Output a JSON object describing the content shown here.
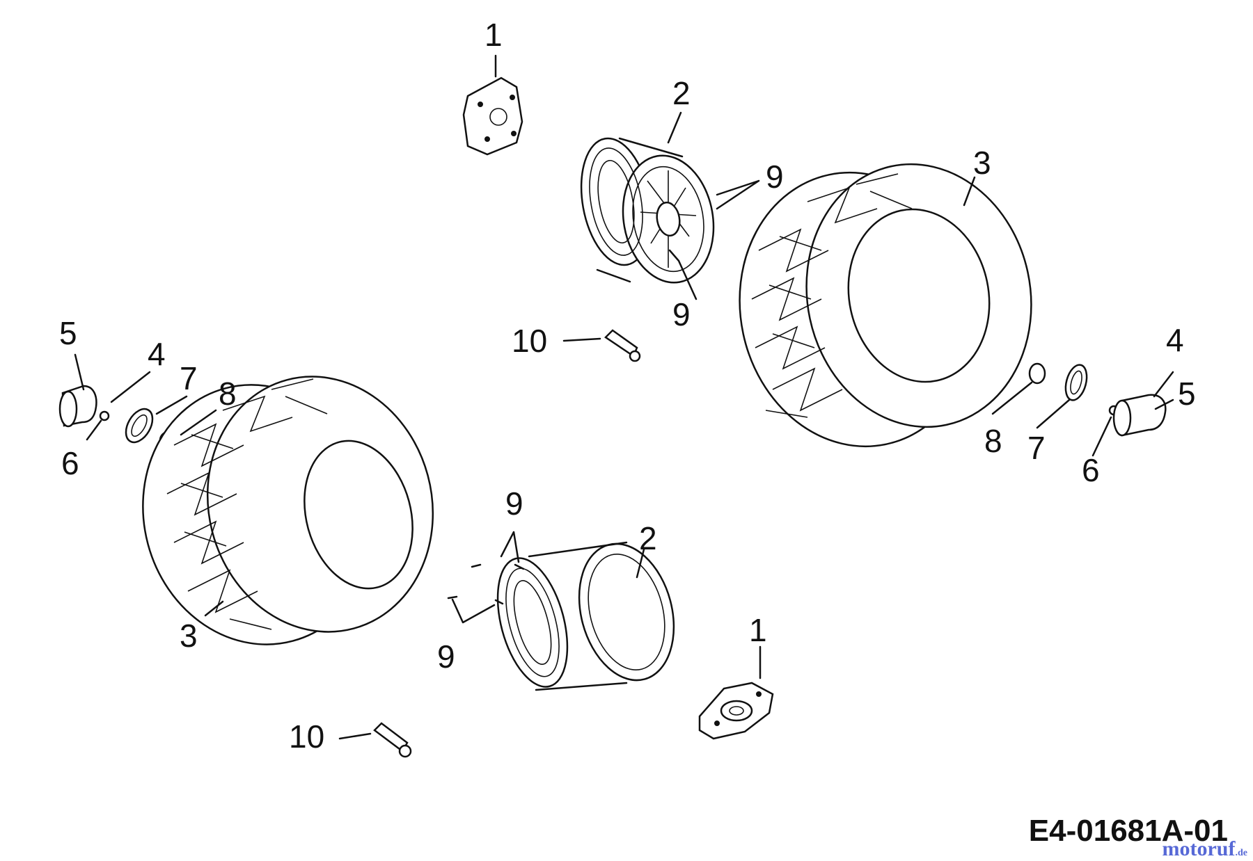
{
  "diagram": {
    "code": "E4-01681A-01",
    "watermark": {
      "brand": "motoruf",
      "tld": ".de"
    },
    "callouts": [
      "1",
      "2",
      "9",
      "9",
      "3",
      "5",
      "4",
      "7",
      "8",
      "6",
      "10",
      "4",
      "5",
      "8",
      "7",
      "6",
      "3",
      "9",
      "2",
      "9",
      "1",
      "10"
    ]
  }
}
